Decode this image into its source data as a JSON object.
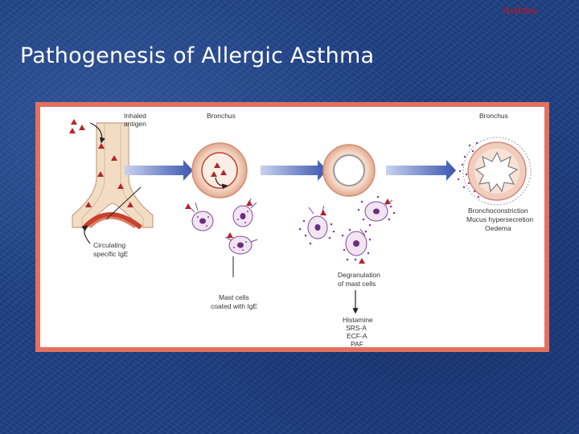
{
  "header": {
    "tag": "Asthma"
  },
  "title": "Pathogenesis of Allergic Asthma",
  "diagram": {
    "labels": {
      "inhaled_antigen_1": "Inhaled",
      "inhaled_antigen_2": "antigen",
      "bronchus_1": "Bronchus",
      "bronchus_2": "Bronchus",
      "circulating_ige_1": "Circulating",
      "circulating_ige_2": "specific IgE",
      "mast_cells_1": "Mast cells",
      "mast_cells_2": "coated with IgE",
      "degranulation_1": "Degranulation",
      "degranulation_2": "of mast cells",
      "mediator_1": "Histamine",
      "mediator_2": "SRS-A",
      "mediator_3": "ECF-A",
      "mediator_4": "PAF",
      "effect_1": "Bronchoconstriction",
      "effect_2": "Mucus hypersecretion",
      "effect_3": "Oedema"
    },
    "colors": {
      "frame": "#e4705f",
      "arrow": "#3a56b0",
      "bronchus_wall": "#e8b7a0",
      "antigen": "#b3262a",
      "mast_cell": "#7c4a9c"
    }
  }
}
